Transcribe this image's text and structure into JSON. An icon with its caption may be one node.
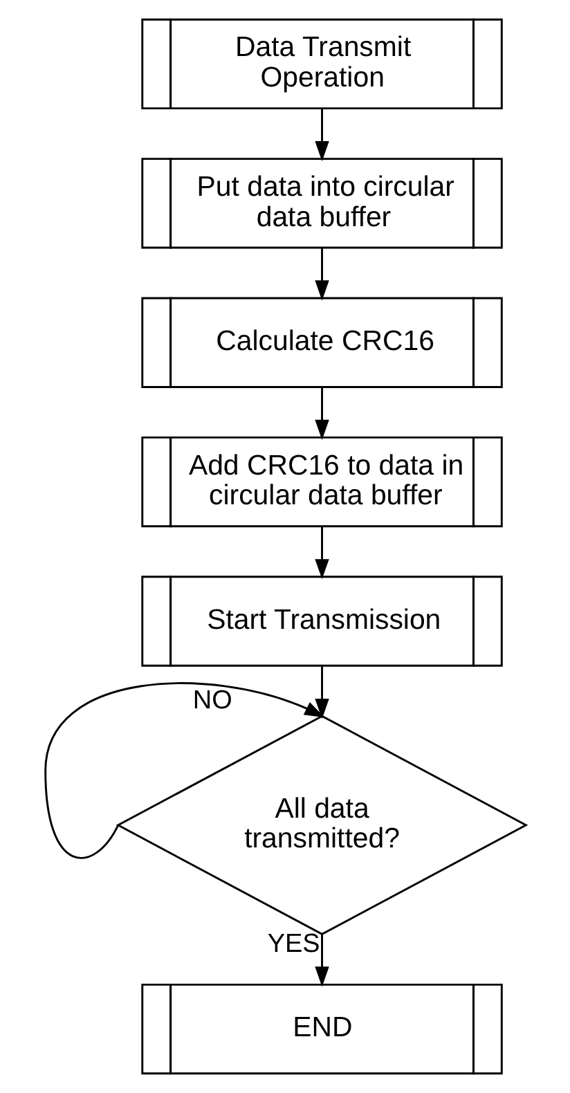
{
  "diagram": {
    "nodes": [
      {
        "text": [
          "Data Transmit Operation"
        ]
      },
      {
        "text": [
          "Put data into circular data buffer"
        ]
      },
      {
        "text": [
          "Calculate CRC16"
        ]
      },
      {
        "text": [
          "Add CRC16 to data in circular data buffer"
        ]
      },
      {
        "text": [
          "Start Transmission"
        ]
      },
      {
        "text": [
          "All data transmitted?"
        ]
      },
      {
        "text": [
          "END"
        ]
      }
    ],
    "edges": [
      {
        "from": 0,
        "to": 1,
        "arrow": "to"
      },
      {
        "from": 1,
        "to": 2,
        "arrow": "to"
      },
      {
        "from": 2,
        "to": 3,
        "arrow": "to"
      },
      {
        "from": 3,
        "to": 4,
        "arrow": "to"
      },
      {
        "from": 4,
        "to": 5,
        "arrow": "to"
      },
      {
        "from": 5,
        "to": 5,
        "label": "NO",
        "arrow": "to"
      },
      {
        "from": 5,
        "to": 6,
        "label": "YES",
        "arrow": "to"
      }
    ]
  }
}
